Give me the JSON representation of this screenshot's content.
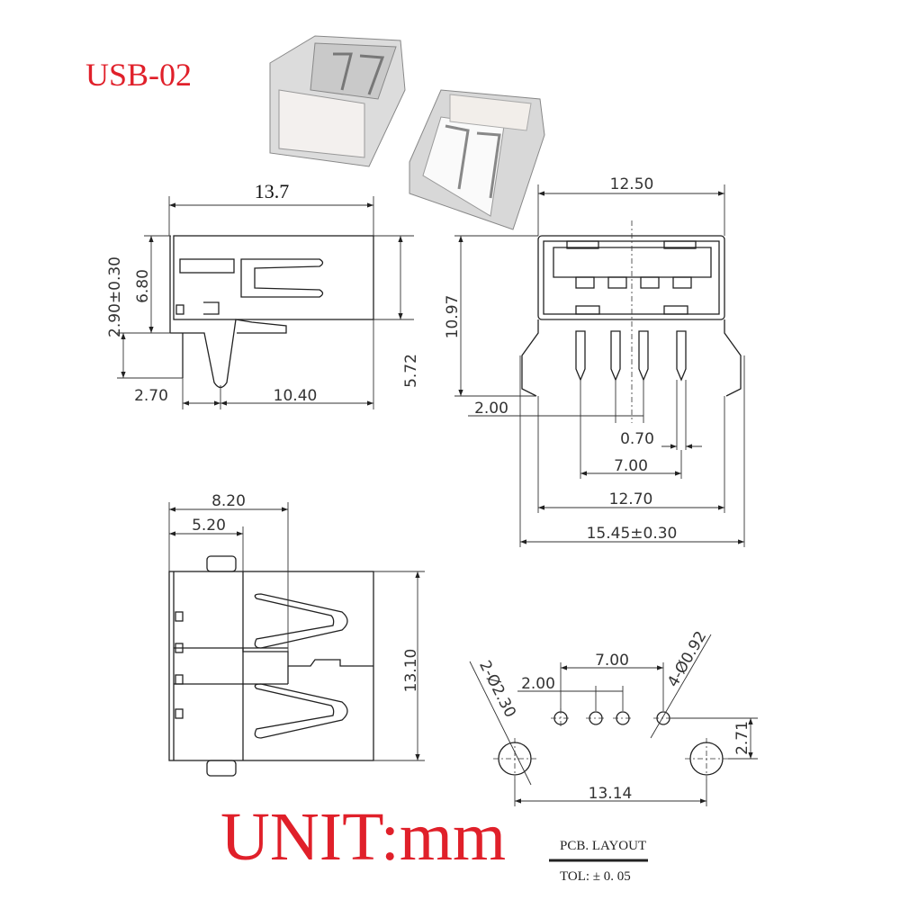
{
  "title": "USB-02",
  "unit_label": "UNIT:mm",
  "pcb_layout_label": "PCB. LAYOUT",
  "tolerance_label": "TOL: ± 0. 05",
  "colors": {
    "title_red": "#e0202a",
    "line": "#222222"
  },
  "side_view": {
    "width": "13.7",
    "height_body": "6.80",
    "height_total": "2.90±0.30",
    "pin_offset": "2.70",
    "pin_to_end": "10.40",
    "right_height": "5.72"
  },
  "front_view": {
    "width_top": "12.50",
    "height": "10.97",
    "pitch_inner": "2.00",
    "pin_width": "0.70",
    "pitch_outer": "7.00",
    "leg_span": "12.70",
    "total_width": "15.45±0.30"
  },
  "bottom_view": {
    "dim_a": "8.20",
    "dim_b": "5.20",
    "height": "13.10"
  },
  "pcb_layout": {
    "pitch_outer": "7.00",
    "pitch_inner": "2.00",
    "pin_holes": "4-Ø0.92",
    "mount_holes": "2-Ø2.30",
    "mount_span": "13.14",
    "row_offset": "2.71"
  }
}
